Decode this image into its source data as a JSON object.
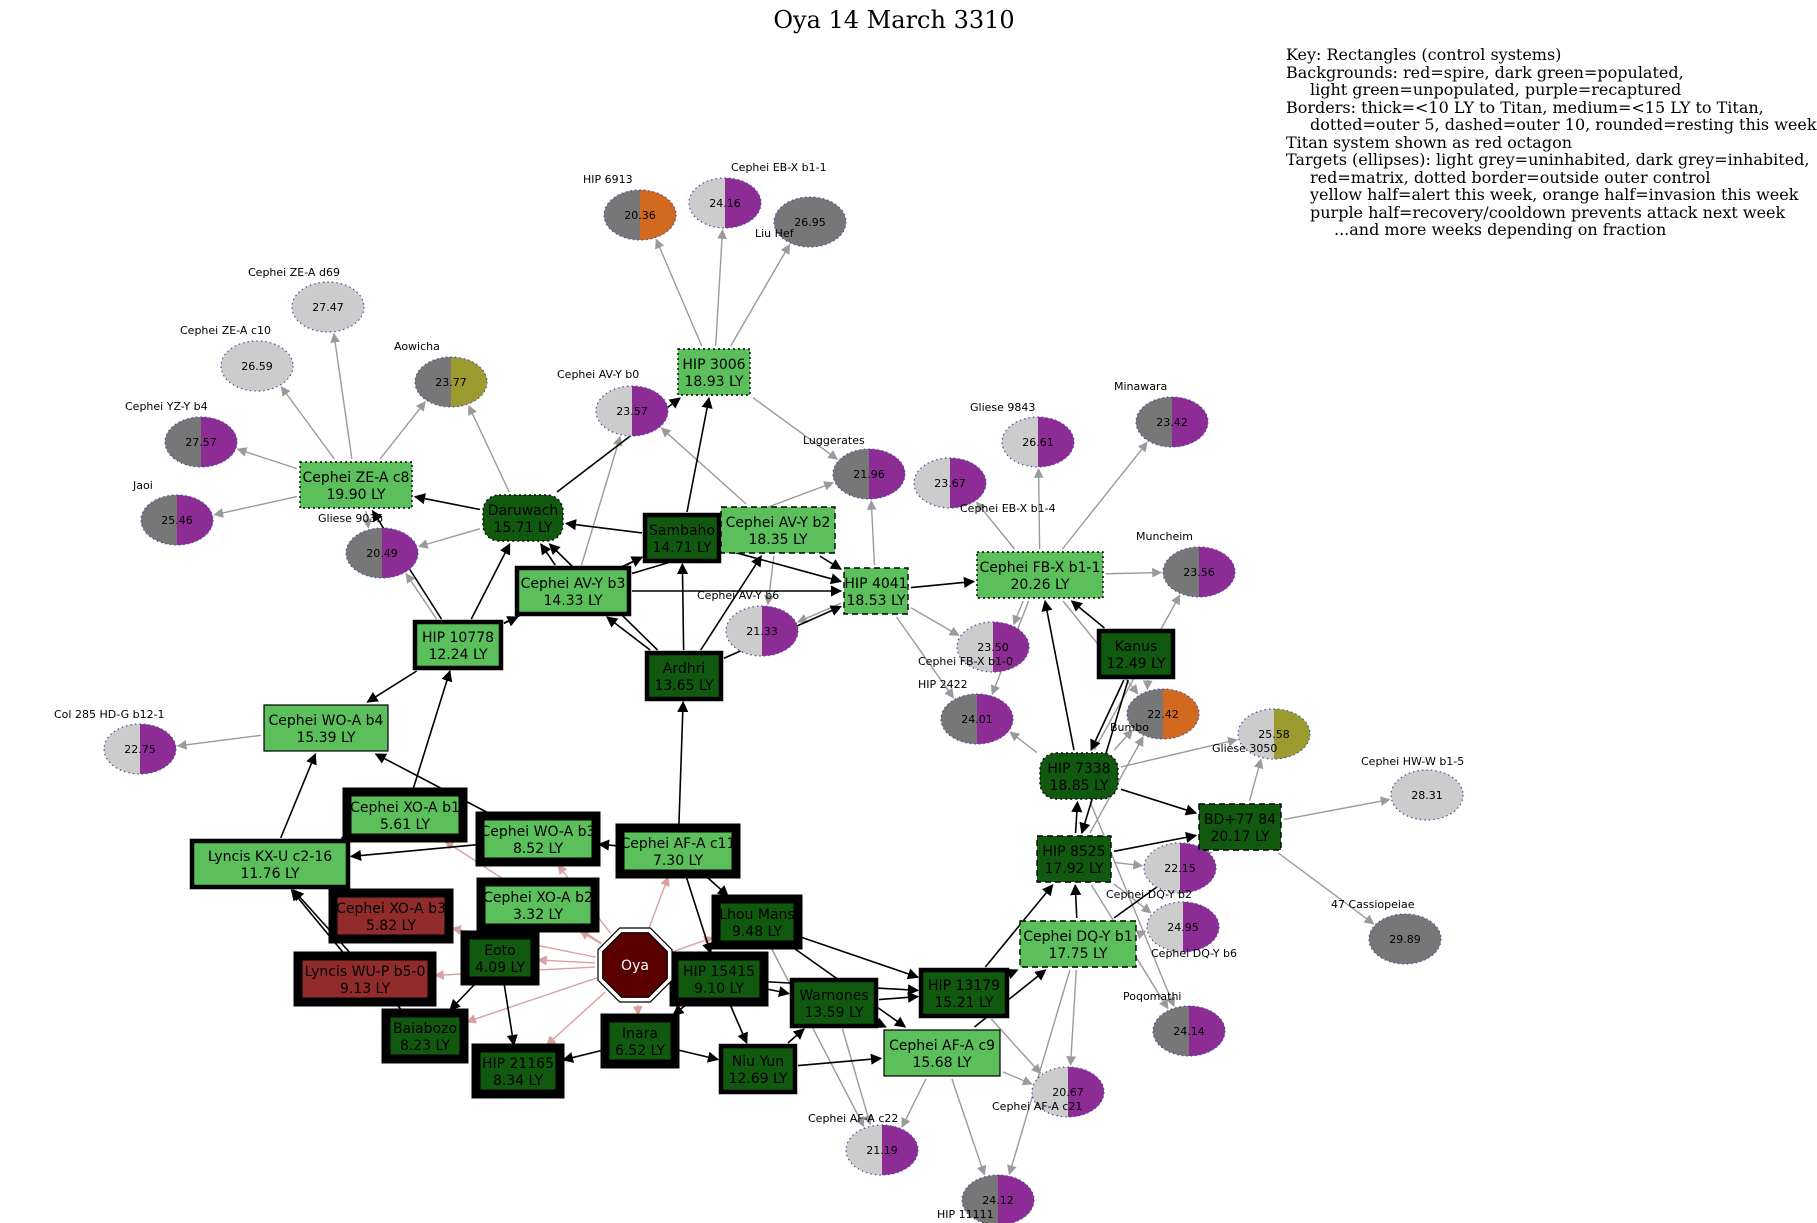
{
  "title": "Oya 14 March 3310",
  "key": {
    "lines": [
      "Key: Rectangles (control systems)",
      "Backgrounds: red=spire, dark green=populated,",
      "light green=unpopulated, purple=recaptured",
      "Borders: thick=<10 LY to Titan, medium=<15 LY to Titan,",
      "dotted=outer 5, dashed=outer 10, rounded=resting this week",
      "Titan system shown as red octagon",
      "Targets (ellipses): light grey=uninhabited, dark grey=inhabited,",
      "red=matrix, dotted border=outside outer control",
      "yellow half=alert this week, orange half=invasion this week",
      "purple half=recovery/cooldown prevents attack next week",
      "...and more weeks depending on fraction"
    ]
  },
  "colors": {
    "spire": "#922b2b",
    "populated": "#11590f",
    "unpopulated": "#5bbf5b",
    "uninhabited": "#cccccc",
    "inhabited": "#777777",
    "alert": "#9b9b30",
    "invasion": "#d2691e",
    "recovery": "#8e2c96",
    "titan": "#5a0000"
  },
  "titan": {
    "id": "oya",
    "name": "Oya"
  },
  "systems": [
    {
      "id": "hip3006",
      "name": "HIP 3006",
      "dist": "18.93 LY",
      "type": "unpopulated",
      "border": "dotted"
    },
    {
      "id": "cepheize_c8",
      "name": "Cephei ZE-A c8",
      "dist": "19.90 LY",
      "type": "unpopulated",
      "border": "dotted"
    },
    {
      "id": "daruwach",
      "name": "Daruwach",
      "dist": "15.71 LY",
      "type": "populated",
      "border": "rounded"
    },
    {
      "id": "sambaho",
      "name": "Sambaho",
      "dist": "14.71 LY",
      "type": "populated",
      "border": "medium"
    },
    {
      "id": "cepheiav_b2",
      "name": "Cephei AV-Y b2",
      "dist": "18.35 LY",
      "type": "unpopulated",
      "border": "dashed"
    },
    {
      "id": "cepheiav_b3",
      "name": "Cephei AV-Y b3",
      "dist": "14.33 LY",
      "type": "unpopulated",
      "border": "medium"
    },
    {
      "id": "hip4041",
      "name": "HIP 4041",
      "dist": "18.53 LY",
      "type": "unpopulated",
      "border": "dashed"
    },
    {
      "id": "cepheifb",
      "name": "Cephei FB-X b1-1",
      "dist": "20.26 LY",
      "type": "unpopulated",
      "border": "dotted"
    },
    {
      "id": "hip10778",
      "name": "HIP 10778",
      "dist": "12.24 LY",
      "type": "unpopulated",
      "border": "medium"
    },
    {
      "id": "ardhri",
      "name": "Ardhri",
      "dist": "13.65 LY",
      "type": "populated",
      "border": "medium"
    },
    {
      "id": "kanus",
      "name": "Kanus",
      "dist": "12.49 LY",
      "type": "populated",
      "border": "medium"
    },
    {
      "id": "cepheiwo_b4",
      "name": "Cephei WO-A b4",
      "dist": "15.39 LY",
      "type": "unpopulated",
      "border": "thin"
    },
    {
      "id": "hip7338",
      "name": "HIP 7338",
      "dist": "18.85 LY",
      "type": "populated",
      "border": "rounded"
    },
    {
      "id": "cepheixo_b1",
      "name": "Cephei XO-A b1",
      "dist": "5.61 LY",
      "type": "unpopulated",
      "border": "thick"
    },
    {
      "id": "cepheiwo_b3",
      "name": "Cephei WO-A b3",
      "dist": "8.52 LY",
      "type": "unpopulated",
      "border": "thick"
    },
    {
      "id": "cepheiaf_c11",
      "name": "Cephei AF-A c11",
      "dist": "7.30 LY",
      "type": "unpopulated",
      "border": "thick"
    },
    {
      "id": "lyncis_kx",
      "name": "Lyncis KX-U c2-16",
      "dist": "11.76 LY",
      "type": "unpopulated",
      "border": "medium"
    },
    {
      "id": "bd77",
      "name": "BD+77 84",
      "dist": "20.17 LY",
      "type": "populated",
      "border": "dashed"
    },
    {
      "id": "hip8525",
      "name": "HIP 8525",
      "dist": "17.92 LY",
      "type": "populated",
      "border": "dashed"
    },
    {
      "id": "cepheixo_b3",
      "name": "Cephei XO-A b3",
      "dist": "5.82 LY",
      "type": "spire",
      "border": "thick"
    },
    {
      "id": "cepheixo_b2",
      "name": "Cephei XO-A b2",
      "dist": "3.32 LY",
      "type": "unpopulated",
      "border": "thick"
    },
    {
      "id": "lhoumans",
      "name": "Lhou Mans",
      "dist": "9.48 LY",
      "type": "populated",
      "border": "thick"
    },
    {
      "id": "cepheidq_b1",
      "name": "Cephei DQ-Y b1",
      "dist": "17.75 LY",
      "type": "unpopulated",
      "border": "dashed"
    },
    {
      "id": "eoto",
      "name": "Eoto",
      "dist": "4.09 LY",
      "type": "populated",
      "border": "thick"
    },
    {
      "id": "lyncis_wu",
      "name": "Lyncis WU-P b5-0",
      "dist": "9.13 LY",
      "type": "spire",
      "border": "thick"
    },
    {
      "id": "hip15415",
      "name": "HIP 15415",
      "dist": "9.10 LY",
      "type": "populated",
      "border": "thick"
    },
    {
      "id": "hip13179",
      "name": "HIP 13179",
      "dist": "15.21 LY",
      "type": "populated",
      "border": "medium"
    },
    {
      "id": "warnones",
      "name": "Warnones",
      "dist": "13.59 LY",
      "type": "populated",
      "border": "medium"
    },
    {
      "id": "baiabozo",
      "name": "Baiabozo",
      "dist": "8.23 LY",
      "type": "populated",
      "border": "thick"
    },
    {
      "id": "inara",
      "name": "Inara",
      "dist": "6.52 LY",
      "type": "populated",
      "border": "thick"
    },
    {
      "id": "cepheiaf_c9",
      "name": "Cephei AF-A c9",
      "dist": "15.68 LY",
      "type": "unpopulated",
      "border": "thin"
    },
    {
      "id": "niuyun",
      "name": "Niu Yun",
      "dist": "12.69 LY",
      "type": "populated",
      "border": "medium"
    },
    {
      "id": "hip21165",
      "name": "HIP 21165",
      "dist": "8.34 LY",
      "type": "populated",
      "border": "thick"
    }
  ],
  "targets": [
    {
      "id": "t_hip6913",
      "name": "HIP 6913",
      "value": "20.36",
      "base": "inhabited",
      "half": "invasion"
    },
    {
      "id": "t_cepheieb",
      "name": "Cephei EB-X b1-1",
      "value": "24.16",
      "base": "uninhabited",
      "half": "recovery"
    },
    {
      "id": "t_liuhef",
      "name": "Liu Hef",
      "value": "26.95",
      "base": "inhabited",
      "half": null
    },
    {
      "id": "t_ze_d69",
      "name": "Cephei ZE-A d69",
      "value": "27.47",
      "base": "uninhabited",
      "half": null
    },
    {
      "id": "t_ze_c10",
      "name": "Cephei ZE-A c10",
      "value": "26.59",
      "base": "uninhabited",
      "half": null
    },
    {
      "id": "t_aowicha",
      "name": "Aowicha",
      "value": "23.77",
      "base": "inhabited",
      "half": "alert"
    },
    {
      "id": "t_av_b0",
      "name": "Cephei AV-Y b0",
      "value": "23.57",
      "base": "uninhabited",
      "half": "recovery"
    },
    {
      "id": "t_yz_b4",
      "name": "Cephei YZ-Y b4",
      "value": "27.57",
      "base": "inhabited",
      "half": "recovery"
    },
    {
      "id": "t_jaoi",
      "name": "Jaoi",
      "value": "25.46",
      "base": "inhabited",
      "half": "recovery"
    },
    {
      "id": "t_gliese9035",
      "name": "Gliese 9035",
      "value": "20.49",
      "base": "inhabited",
      "half": "recovery"
    },
    {
      "id": "t_luggerates",
      "name": "Luggerates",
      "value": "21.96",
      "base": "inhabited",
      "half": "recovery"
    },
    {
      "id": "t_eb_b1_4",
      "name": "Cephei EB-X b1-4",
      "value": "23.67",
      "base": "uninhabited",
      "half": "recovery"
    },
    {
      "id": "t_gliese9843",
      "name": "Gliese 9843",
      "value": "26.61",
      "base": "uninhabited",
      "half": "recovery"
    },
    {
      "id": "t_minawara",
      "name": "Minawara",
      "value": "23.42",
      "base": "inhabited",
      "half": "recovery"
    },
    {
      "id": "t_muncheim",
      "name": "Muncheim",
      "value": "23.56",
      "base": "inhabited",
      "half": "recovery"
    },
    {
      "id": "t_av_b6",
      "name": "Cephei AV-Y b6",
      "value": "21.33",
      "base": "uninhabited",
      "half": "recovery"
    },
    {
      "id": "t_fb_b1_0",
      "name": "Cephei FB-X b1-0",
      "value": "23.50",
      "base": "uninhabited",
      "half": "recovery"
    },
    {
      "id": "t_hip2422",
      "name": "HIP 2422",
      "value": "24.01",
      "base": "inhabited",
      "half": "recovery"
    },
    {
      "id": "t_bumbo",
      "name": "Bumbo",
      "value": "22.42",
      "base": "inhabited",
      "half": "invasion"
    },
    {
      "id": "t_gliese3050",
      "name": "Gliese 3050",
      "value": "25.58",
      "base": "uninhabited",
      "half": "alert"
    },
    {
      "id": "t_col285",
      "name": "Col 285 HD-G b12-1",
      "value": "22.75",
      "base": "uninhabited",
      "half": "recovery"
    },
    {
      "id": "t_hw_w",
      "name": "Cephei HW-W b1-5",
      "value": "28.31",
      "base": "uninhabited",
      "half": null
    },
    {
      "id": "t_dq_b2",
      "name": "Cephei DQ-Y b2",
      "value": "22.15",
      "base": "uninhabited",
      "half": "recovery"
    },
    {
      "id": "t_dq_b6",
      "name": "Cephei DQ-Y b6",
      "value": "24.95",
      "base": "uninhabited",
      "half": "recovery"
    },
    {
      "id": "t_47cas",
      "name": "47 Cassiopeiae",
      "value": "29.89",
      "base": "inhabited",
      "half": null
    },
    {
      "id": "t_poqomathi",
      "name": "Poqomathi",
      "value": "24.14",
      "base": "inhabited",
      "half": "recovery"
    },
    {
      "id": "t_af_c21",
      "name": "Cephei AF-A c21",
      "value": "20.67",
      "base": "uninhabited",
      "half": "recovery"
    },
    {
      "id": "t_af_c22",
      "name": "Cephei AF-A c22",
      "value": "21.19",
      "base": "uninhabited",
      "half": "recovery"
    },
    {
      "id": "t_hip11111",
      "name": "HIP 11111",
      "value": "24.12",
      "base": "inhabited",
      "half": "recovery"
    }
  ],
  "links": [
    [
      "daruwach",
      "hip3006"
    ],
    [
      "sambaho",
      "hip3006"
    ],
    [
      "sambaho",
      "daruwach"
    ],
    [
      "daruwach",
      "cepheize_c8"
    ],
    [
      "hip10778",
      "daruwach"
    ],
    [
      "hip10778",
      "cepheize_c8"
    ],
    [
      "hip10778",
      "cepheiav_b3"
    ],
    [
      "hip10778",
      "sambaho"
    ],
    [
      "cepheiav_b3",
      "sambaho"
    ],
    [
      "cepheiav_b3",
      "daruwach"
    ],
    [
      "cepheiav_b3",
      "hip4041"
    ],
    [
      "cepheiav_b3",
      "cepheiav_b2"
    ],
    [
      "sambaho",
      "hip4041"
    ],
    [
      "sambaho",
      "cepheiav_b2"
    ],
    [
      "ardhri",
      "sambaho"
    ],
    [
      "ardhri",
      "cepheiav_b3"
    ],
    [
      "ardhri",
      "cepheiav_b2"
    ],
    [
      "ardhri",
      "daruwach"
    ],
    [
      "ardhri",
      "hip4041"
    ],
    [
      "cepheiav_b2",
      "hip4041"
    ],
    [
      "hip4041",
      "cepheifb"
    ],
    [
      "kanus",
      "cepheifb"
    ],
    [
      "kanus",
      "hip7338"
    ],
    [
      "hip7338",
      "cepheifb"
    ],
    [
      "hip8525",
      "hip7338"
    ],
    [
      "hip8525",
      "bd77"
    ],
    [
      "hip7338",
      "bd77"
    ],
    [
      "cepheidq_b1",
      "bd77"
    ],
    [
      "cepheidq_b1",
      "hip8525"
    ],
    [
      "hip13179",
      "hip8525"
    ],
    [
      "hip13179",
      "cepheidq_b1"
    ],
    [
      "cepheiaf_c9",
      "cepheidq_b1"
    ],
    [
      "kanus",
      "hip8525"
    ],
    [
      "hip10778",
      "cepheiwo_b4"
    ],
    [
      "lyncis_kx",
      "cepheiwo_b4"
    ],
    [
      "cepheixo_b1",
      "hip10778"
    ],
    [
      "cepheiwo_b3",
      "cepheiwo_b4"
    ],
    [
      "cepheiaf_c11",
      "ardhri"
    ],
    [
      "cepheixo_b1",
      "lyncis_kx"
    ],
    [
      "cepheiwo_b3",
      "lyncis_kx"
    ],
    [
      "cepheiaf_c11",
      "cepheiwo_b3"
    ],
    [
      "lhoumans",
      "hip13179"
    ],
    [
      "lhoumans",
      "cepheiaf_c9"
    ],
    [
      "hip15415",
      "hip13179"
    ],
    [
      "hip15415",
      "niuyun"
    ],
    [
      "warnones",
      "hip13179"
    ],
    [
      "warnones",
      "cepheiaf_c9"
    ],
    [
      "niuyun",
      "cepheiaf_c9"
    ],
    [
      "niuyun",
      "warnones"
    ],
    [
      "inara",
      "niuyun"
    ],
    [
      "inara",
      "hip21165"
    ],
    [
      "baiabozo",
      "lyncis_kx"
    ],
    [
      "lyncis_wu",
      "lyncis_kx"
    ],
    [
      "eoto",
      "hip21165"
    ],
    [
      "eoto",
      "baiabozo"
    ],
    [
      "hip15415",
      "warnones"
    ],
    [
      "cepheiaf_c11",
      "lhoumans"
    ],
    [
      "cepheiaf_c11",
      "hip15415"
    ],
    [
      "hip15415",
      "inara"
    ]
  ],
  "titan_links": [
    "cepheixo_b2",
    "cepheixo_b3",
    "lyncis_wu",
    "eoto",
    "inara",
    "hip21165",
    "baiabozo",
    "cepheiaf_c11",
    "cepheiwo_b3",
    "cepheixo_b1",
    "hip15415",
    "lhoumans"
  ],
  "target_links": [
    [
      "hip3006",
      "t_hip6913"
    ],
    [
      "hip3006",
      "t_cepheieb"
    ],
    [
      "hip3006",
      "t_liuhef"
    ],
    [
      "hip3006",
      "t_luggerates"
    ],
    [
      "cepheize_c8",
      "t_ze_d69"
    ],
    [
      "cepheize_c8",
      "t_ze_c10"
    ],
    [
      "cepheize_c8",
      "t_aowicha"
    ],
    [
      "cepheize_c8",
      "t_yz_b4"
    ],
    [
      "cepheize_c8",
      "t_jaoi"
    ],
    [
      "cepheize_c8",
      "t_gliese9035"
    ],
    [
      "daruwach",
      "t_aowicha"
    ],
    [
      "daruwach",
      "t_gliese9035"
    ],
    [
      "hip10778",
      "t_gliese9035"
    ],
    [
      "cepheiav_b3",
      "t_av_b0"
    ],
    [
      "sambaho",
      "t_luggerates"
    ],
    [
      "cepheiav_b2",
      "t_av_b0"
    ],
    [
      "cepheiav_b2",
      "t_av_b6"
    ],
    [
      "hip4041",
      "t_av_b6"
    ],
    [
      "hip4041",
      "t_luggerates"
    ],
    [
      "hip4041",
      "t_fb_b1_0"
    ],
    [
      "hip4041",
      "t_hip2422"
    ],
    [
      "cepheifb",
      "t_eb_b1_4"
    ],
    [
      "cepheifb",
      "t_gliese9843"
    ],
    [
      "cepheifb",
      "t_minawara"
    ],
    [
      "cepheifb",
      "t_muncheim"
    ],
    [
      "cepheifb",
      "t_fb_b1_0"
    ],
    [
      "cepheifb",
      "t_hip2422"
    ],
    [
      "cepheifb",
      "t_bumbo"
    ],
    [
      "cepheiwo_b4",
      "t_col285"
    ],
    [
      "kanus",
      "t_bumbo"
    ],
    [
      "hip7338",
      "t_bumbo"
    ],
    [
      "hip7338",
      "t_hip2422"
    ],
    [
      "hip7338",
      "t_muncheim"
    ],
    [
      "hip7338",
      "t_gliese3050"
    ],
    [
      "hip8525",
      "t_bumbo"
    ],
    [
      "hip8525",
      "t_dq_b2"
    ],
    [
      "hip8525",
      "t_dq_b6"
    ],
    [
      "bd77",
      "t_hw_w"
    ],
    [
      "bd77",
      "t_47cas"
    ],
    [
      "bd77",
      "t_dq_b2"
    ],
    [
      "bd77",
      "t_gliese3050"
    ],
    [
      "cepheidq_b1",
      "t_dq_b6"
    ],
    [
      "cepheidq_b1",
      "t_af_c21"
    ],
    [
      "hip13179",
      "t_af_c21"
    ],
    [
      "cepheiaf_c9",
      "t_af_c22"
    ],
    [
      "cepheiaf_c9",
      "t_hip11111"
    ],
    [
      "cepheiaf_c9",
      "t_af_c21"
    ],
    [
      "warnones",
      "t_af_c22"
    ],
    [
      "lhoumans",
      "t_af_c22"
    ],
    [
      "hip8525",
      "t_poqomathi"
    ],
    [
      "hip7338",
      "t_poqomathi"
    ],
    [
      "cepheidq_b1",
      "t_hip11111"
    ]
  ]
}
